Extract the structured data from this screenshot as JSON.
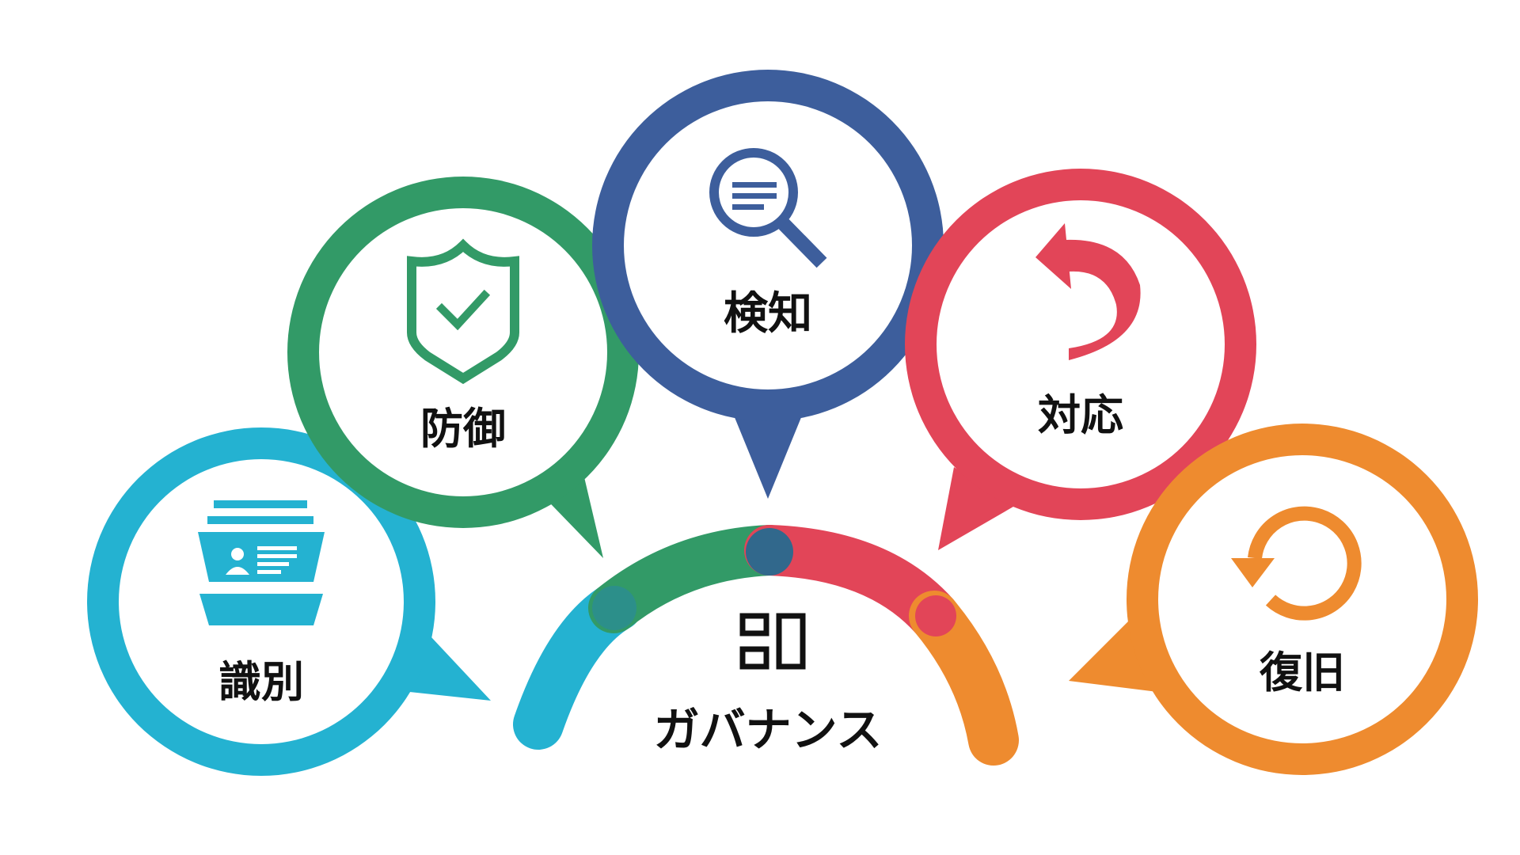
{
  "diagram": {
    "center": {
      "label": "ガバナンス",
      "icon": "org-chart-icon"
    },
    "categories": [
      {
        "id": "identify",
        "label": "識別",
        "icon": "id-card-stack-icon",
        "color": "#24B2D1"
      },
      {
        "id": "protect",
        "label": "防御",
        "icon": "shield-check-icon",
        "color": "#329A67"
      },
      {
        "id": "detect",
        "label": "検知",
        "icon": "magnifier-icon",
        "color": "#3D5E9C"
      },
      {
        "id": "respond",
        "label": "対応",
        "icon": "undo-arrow-icon",
        "color": "#E24558"
      },
      {
        "id": "recover",
        "label": "復旧",
        "icon": "refresh-arrow-icon",
        "color": "#EE8B2F"
      }
    ]
  }
}
